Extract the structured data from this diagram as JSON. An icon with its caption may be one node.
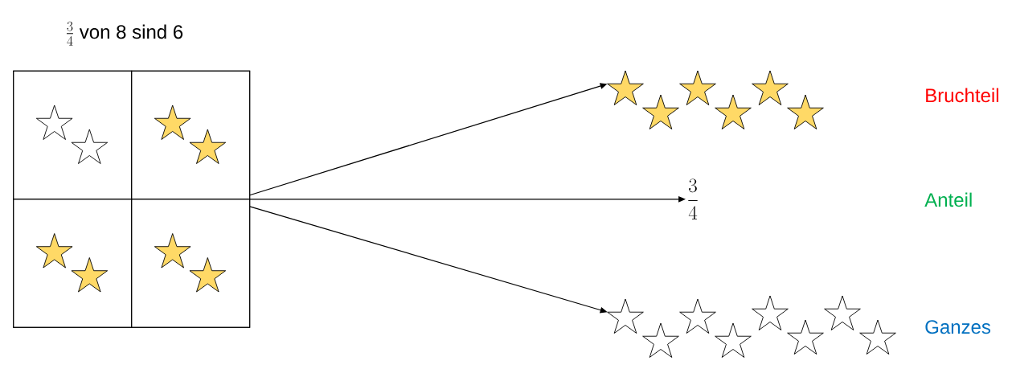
{
  "diagram": {
    "title": "\\frac{3}{4}\\text{ von 8 sind 6}",
    "nodes": [
      {
        "text": [],
        "shape": "box"
      },
      {
        "text": [],
        "shape": "box",
        "in": 0
      },
      {
        "text": [],
        "shape": "box",
        "in": 0
      },
      {
        "text": [],
        "shape": "box",
        "in": 0
      },
      {
        "text": [],
        "shape": "box",
        "in": 0
      },
      {
        "text": [],
        "shape": "picture"
      },
      {
        "text": [
          "\\frac{3}{4}"
        ]
      },
      {
        "text": [],
        "shape": "picture"
      }
    ],
    "edges": [
      {
        "from": 0,
        "to": 5,
        "arrow": "to"
      },
      {
        "from": 0,
        "to": 6,
        "arrow": "to"
      },
      {
        "from": 0,
        "to": 7,
        "arrow": "to"
      }
    ],
    "labels": [
      "Bruchteil",
      "Anteil",
      "Ganzes"
    ]
  }
}
